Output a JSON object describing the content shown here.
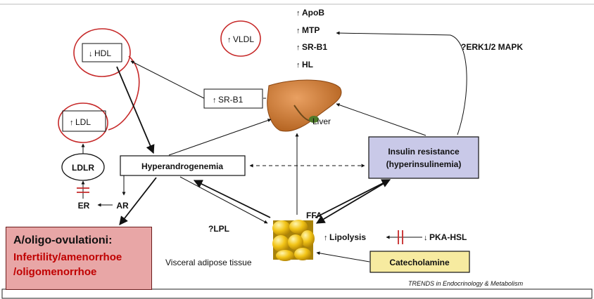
{
  "colors": {
    "red_ring": "#c62828",
    "insulin_box_fill": "#c9c9e8",
    "catecholamine_fill": "#f7eba0",
    "ovulation_fill": "#e8a6a6",
    "ovulation_text": "#c00000",
    "liver": "#cd7e3c",
    "adipose": "#f2c417"
  },
  "nodes": {
    "hdl": "HDL",
    "ldl": "LDL",
    "ldlr": "LDLR",
    "er": "ER",
    "ar": "AR",
    "vldl": "VLDL",
    "srb1_box": "SR-B1",
    "liver": "Liver",
    "hyperandrogenemia": "Hyperandrogenemia",
    "insulin_resistance_line1": "Insulin resistance",
    "insulin_resistance_line2": "(hyperinsulinemia)",
    "erk": "?ERK1/2 MAPK",
    "ffa": "FFA",
    "lpl": "?LPL",
    "lipolysis": "Lipolysis",
    "pka_hsl": "PKA-HSL",
    "catecholamine": "Catecholamine",
    "visceral": "Visceral adipose tissue",
    "credit": "TRENDS in Endocrinology & Metabolism"
  },
  "liver_markers": [
    "ApoB",
    "MTP",
    "SR-B1",
    "HL"
  ],
  "ovulation": {
    "title": "A/oligo-ovulationi:",
    "line1": "Infertility/amenorrhoe",
    "line2": "/oligomenorrhoe"
  },
  "arrows": {
    "up": "↑",
    "down": "↓"
  }
}
